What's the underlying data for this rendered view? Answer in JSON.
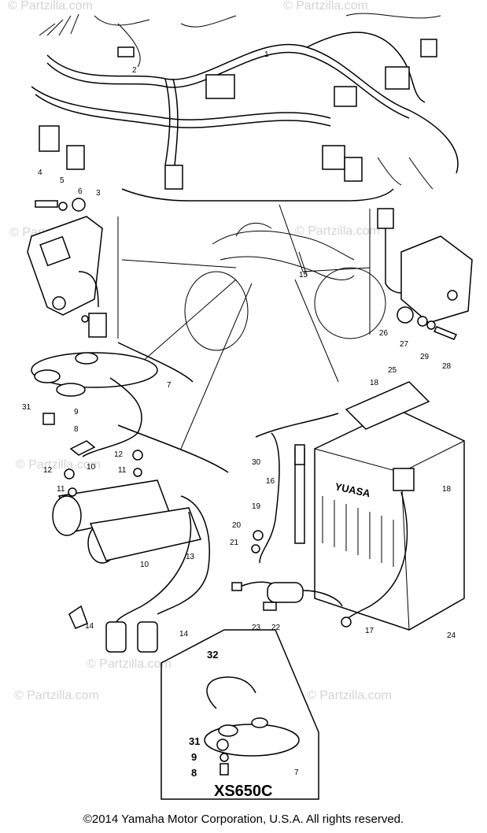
{
  "watermark": "© Partzilla.com",
  "model": "XS650C",
  "copyright": "©2014  Yamaha Motor Corporation, U.S.A. All rights reserved.",
  "battery_brand": "YUASA",
  "callouts": [
    "1",
    "2",
    "3",
    "4",
    "5",
    "6",
    "7",
    "8",
    "9",
    "10",
    "11",
    "12",
    "13",
    "14",
    "15",
    "16",
    "17",
    "18",
    "19",
    "20",
    "21",
    "22",
    "23",
    "24",
    "25",
    "26",
    "27",
    "28",
    "29",
    "30",
    "31",
    "32"
  ]
}
